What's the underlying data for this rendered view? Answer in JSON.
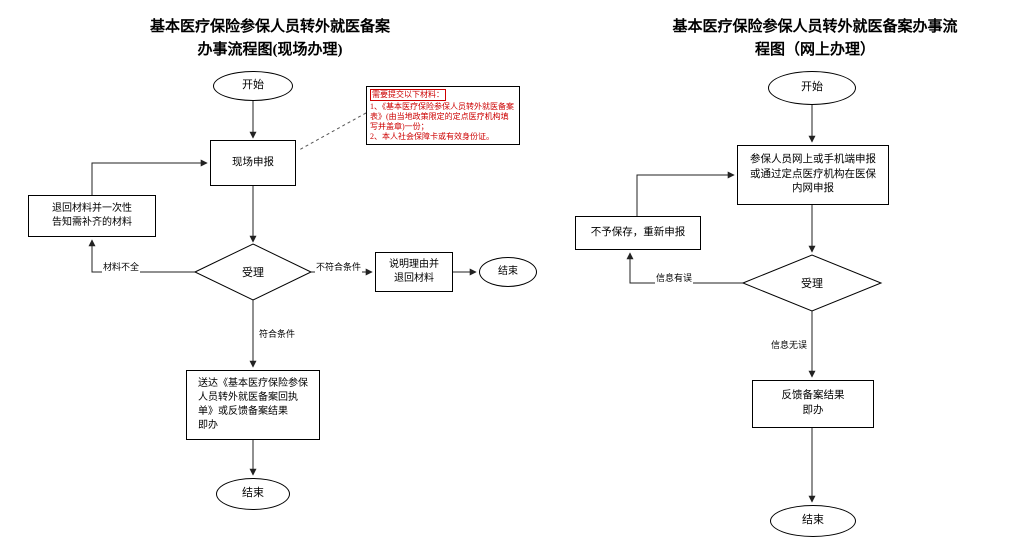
{
  "left": {
    "title": "基本医疗保险参保人员转外就医备案\n办事流程图(现场办理)",
    "start": "开始",
    "declare_box": "现场申报",
    "note": {
      "header": "需要提交以下材料：",
      "body": "1、《基本医疗保险参保人员转外就医备案表》(由当地政策限定的定点医疗机构填写并盖章)一份；\n2、本人社会保障卡或有效身份证。"
    },
    "decision": "受理",
    "return_box": "退回材料并一次性\n告知需补齐的材料",
    "label_incomplete": "材料不全",
    "label_reject": "不符合条件",
    "label_accept": "符合条件",
    "explain_box": "说明理由并\n退回材料",
    "end_right": "结束",
    "deliver_box": "送达《基本医疗保险参保\n人员转外就医备案回执\n单》或反馈备案结果\n即办",
    "end_bottom": "结束"
  },
  "right": {
    "title": "基本医疗保险参保人员转外就医备案办事流\n程图（网上办理）",
    "start": "开始",
    "apply_box": "参保人员网上或手机端申报\n或通过定点医疗机构在医保\n内网申报",
    "decision": "受理",
    "retry_box": "不予保存，重新申报",
    "label_error": "信息有误",
    "label_ok": "信息无误",
    "result_box": "反馈备案结果\n即办",
    "end": "结束"
  },
  "colors": {
    "stroke": "#222222",
    "note_red": "#cc0000"
  }
}
